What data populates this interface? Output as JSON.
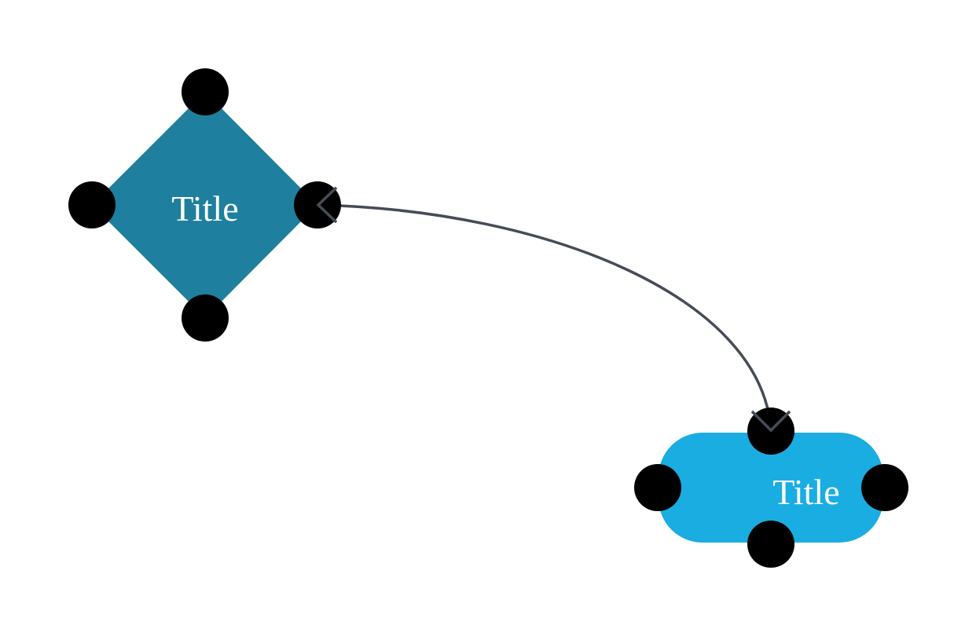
{
  "colors": {
    "background": "#ffffff",
    "edge": "#464c57",
    "port": "#000000",
    "label": "#ffffff"
  },
  "nodes": [
    {
      "id": "diamond",
      "shape": "diamond",
      "label": "Title",
      "fill": "#1e7f9e"
    },
    {
      "id": "terminal",
      "shape": "rounded-rectangle",
      "label": "Title",
      "fill": "#1aade2"
    }
  ],
  "edges": [
    {
      "from": "terminal",
      "from_port": "top",
      "to": "diamond",
      "to_port": "right",
      "arrowheads": [
        "start",
        "end"
      ]
    }
  ]
}
